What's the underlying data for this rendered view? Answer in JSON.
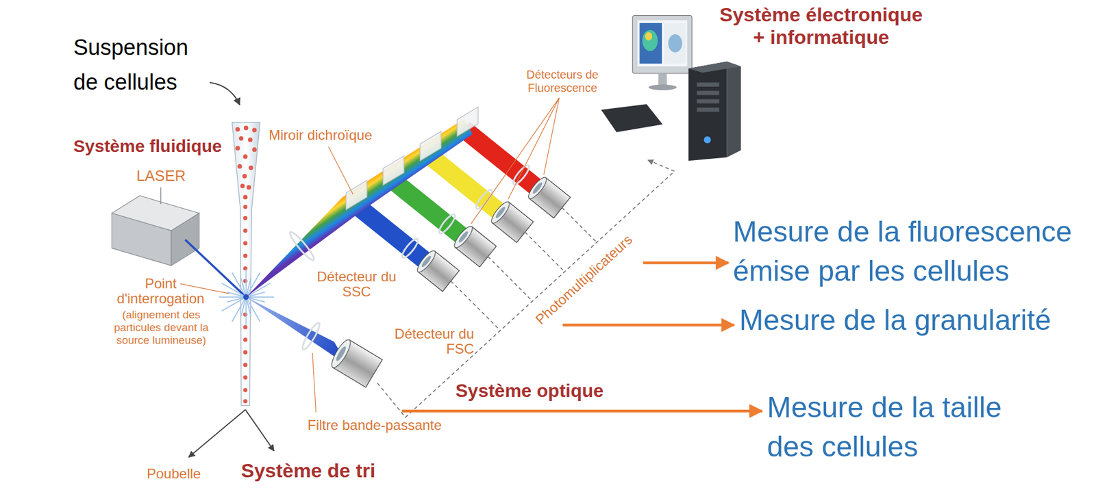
{
  "diagram": {
    "labels": [
      "Système électronique + informatique",
      "Suspension de cellules",
      "Détecteurs de Fluorescence",
      "Miroir dichroïque",
      "Système fluidique",
      "LASER",
      "Mesure de la fluorescence émise par les cellules",
      "Point d'interrogation",
      "(alignement des particules devant la source lumineuse)",
      "Détecteur du SSC",
      "Photomultiplicateurs",
      "Mesure de la granularité",
      "Détecteur du FSC",
      "Système optique",
      "Mesure de la taille des cellules",
      "Filtre bande-passante",
      "Poubelle",
      "Système de tri"
    ]
  }
}
